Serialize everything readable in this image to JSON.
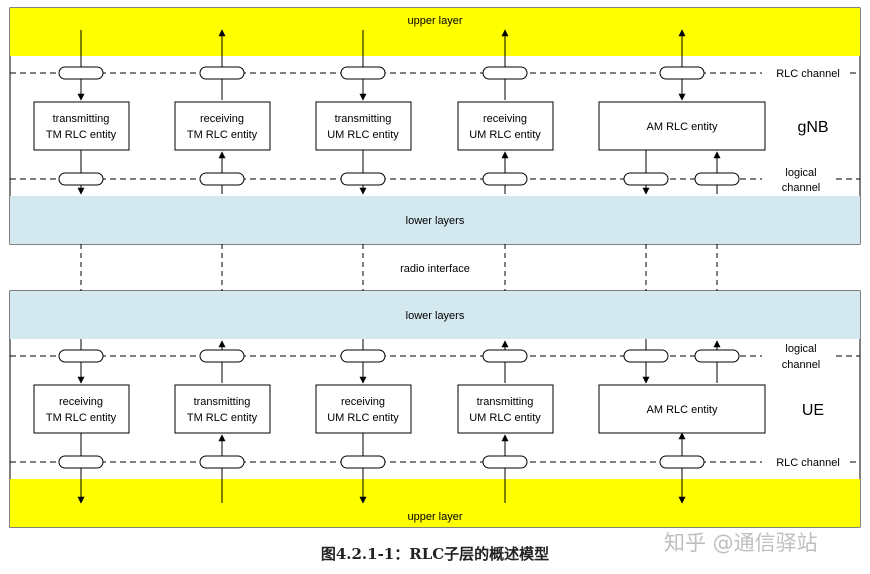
{
  "diagram": {
    "upper_layer_label": "upper layer",
    "lower_layers_label": "lower layers",
    "radio_interface_label": "radio interface",
    "rlc_channel_label": "RLC channel",
    "logical_channel_label": [
      "logical",
      "channel"
    ],
    "gnb_label": "gNB",
    "ue_label": "UE",
    "gnb_entities": [
      [
        "transmitting",
        "TM RLC entity"
      ],
      [
        "receiving",
        "TM RLC entity"
      ],
      [
        "transmitting",
        "UM RLC entity"
      ],
      [
        "receiving",
        "UM RLC entity"
      ],
      [
        "AM RLC entity"
      ]
    ],
    "ue_entities": [
      [
        "receiving",
        "TM RLC entity"
      ],
      [
        "transmitting",
        "TM RLC entity"
      ],
      [
        "receiving",
        "UM RLC entity"
      ],
      [
        "transmitting",
        "UM RLC entity"
      ],
      [
        "AM RLC entity"
      ]
    ],
    "colors": {
      "upper_layer": "#ffff00",
      "lower_layers": "#d3e8ef",
      "line": "#000000"
    }
  },
  "caption": "图4.2.1-1：RLC子层的概述模型",
  "watermark": "知乎 @通信驿站"
}
